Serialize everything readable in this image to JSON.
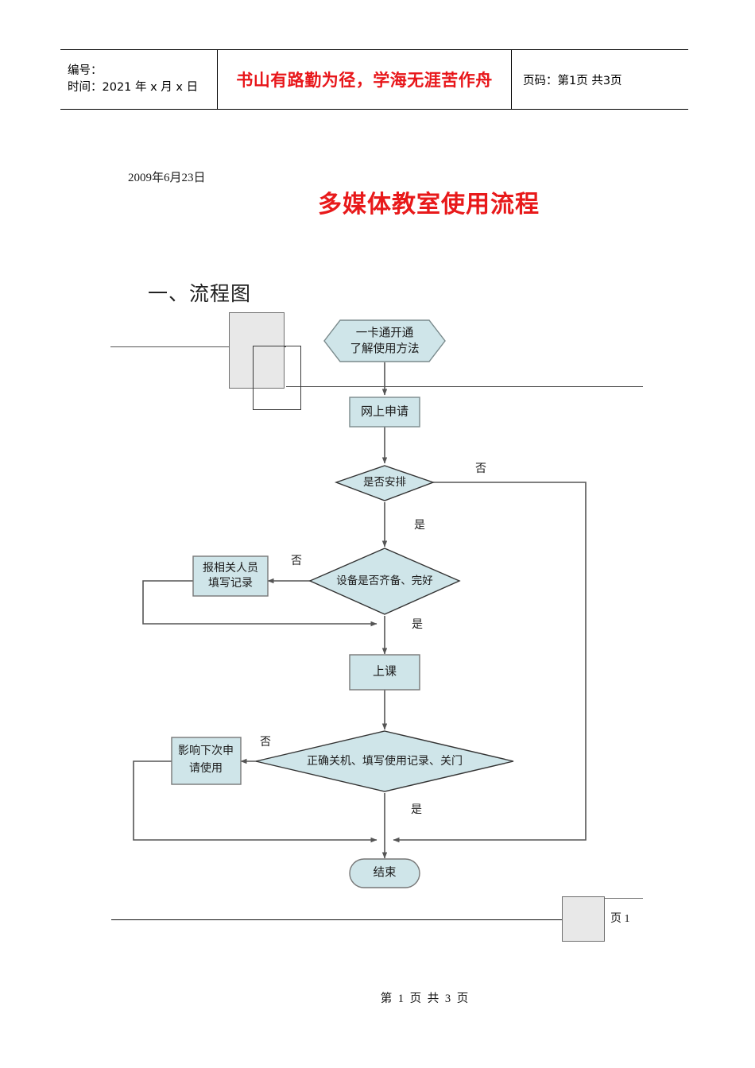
{
  "header": {
    "left_line1": "编号：",
    "left_line2": "时间：2021 年 x 月 x 日",
    "center_motto": "书山有路勤为径，学海无涯苦作舟",
    "right_pagecode": "页码：第1页 共3页"
  },
  "title_block": {
    "date": "2009年6月23日",
    "title": "多媒体教室使用流程"
  },
  "section": {
    "heading": "一、流程图"
  },
  "chart_data": {
    "type": "diagram",
    "title": "多媒体教室使用流程",
    "nodes": [
      {
        "id": "start",
        "shape": "hexagon",
        "label_line1": "一卡通开通",
        "label_line2": "了解使用方法"
      },
      {
        "id": "apply",
        "shape": "rect",
        "label_line1": "网上申请",
        "label_line2": ""
      },
      {
        "id": "d1",
        "shape": "diamond",
        "label_line1": "是否安排",
        "label_line2": ""
      },
      {
        "id": "report",
        "shape": "rect",
        "label_line1": "报相关人员",
        "label_line2": "填写记录"
      },
      {
        "id": "d2",
        "shape": "diamond",
        "label_line1": "设备是否齐备、完好",
        "label_line2": ""
      },
      {
        "id": "class",
        "shape": "rect",
        "label_line1": "上课",
        "label_line2": ""
      },
      {
        "id": "affect",
        "shape": "rect",
        "label_line1": "影响下次申",
        "label_line2": "请使用"
      },
      {
        "id": "d3",
        "shape": "diamond",
        "label_line1": "正确关机、填写使用记录、关门",
        "label_line2": ""
      },
      {
        "id": "end",
        "shape": "rounded",
        "label_line1": "结束",
        "label_line2": ""
      }
    ],
    "edge_labels": {
      "d1_no": "否",
      "d1_yes": "是",
      "d2_no": "否",
      "d2_yes": "是",
      "d3_no": "否",
      "d3_yes": "是"
    },
    "colors": {
      "node_fill": "#cfe5e9",
      "node_stroke": "#555555",
      "edge_stroke": "#555555",
      "title_red": "#e8191a",
      "box_gray": "#e8e8e8"
    }
  },
  "footer": {
    "page_mark": "页 1",
    "page_number": "第 1 页 共 3 页"
  }
}
